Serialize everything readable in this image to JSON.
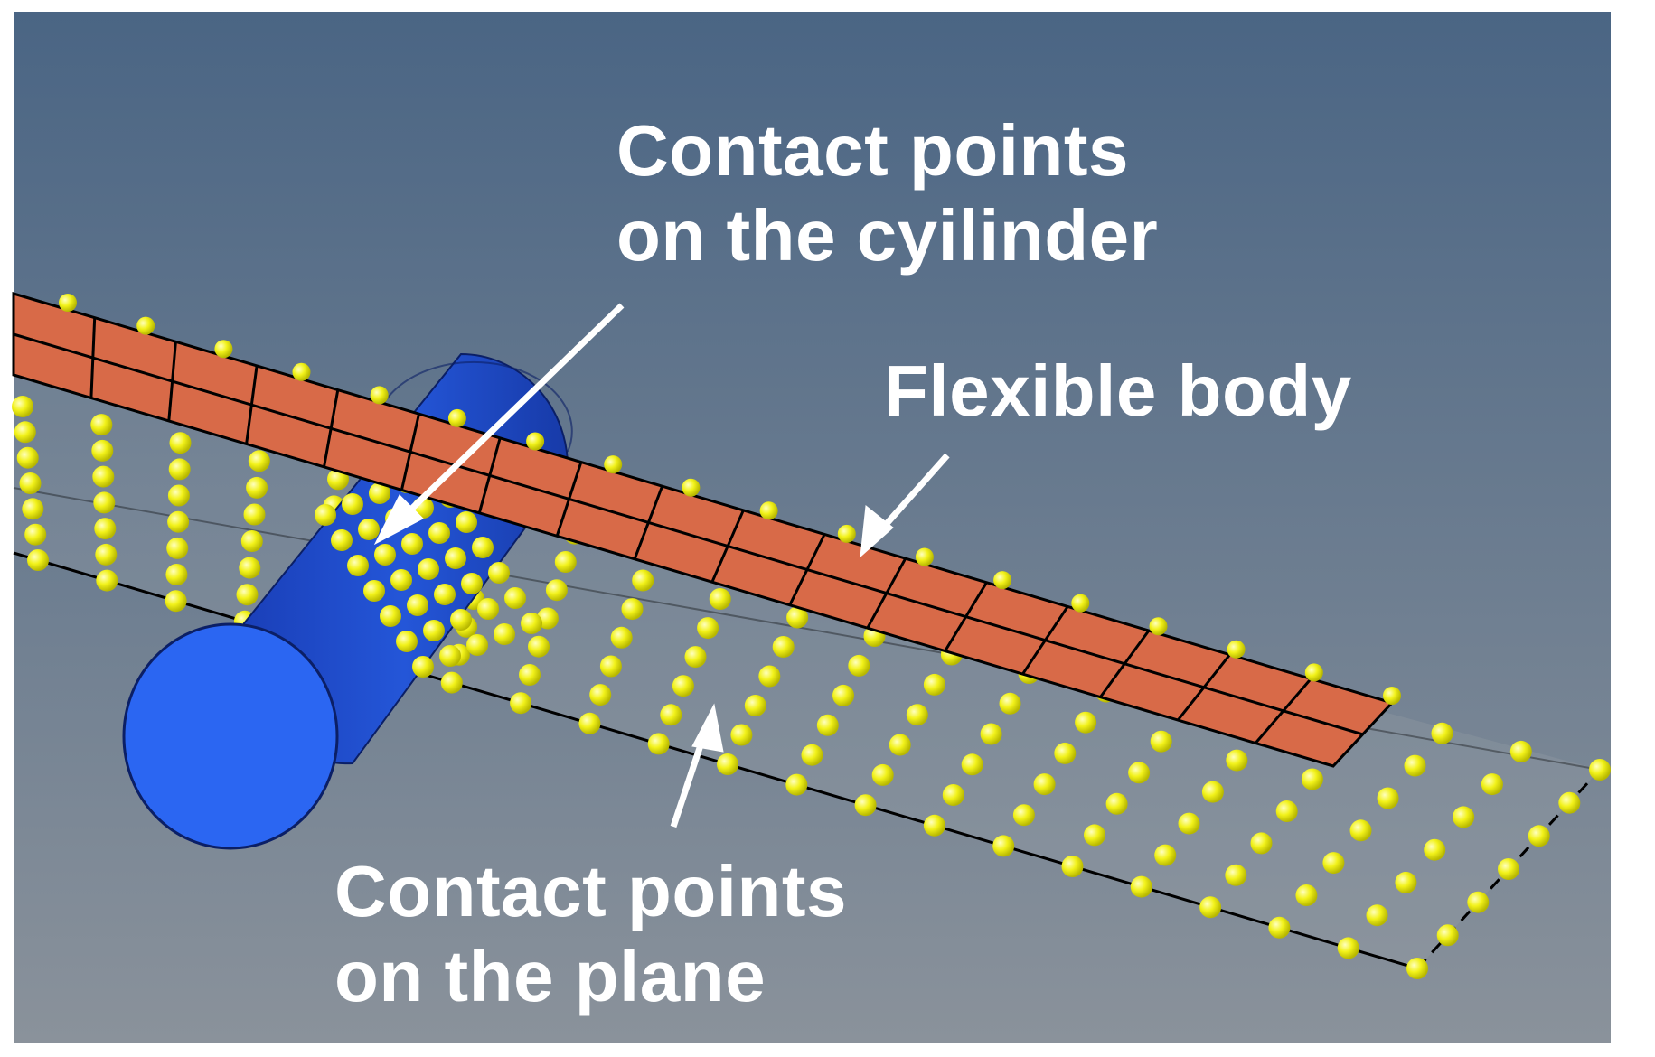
{
  "labels": {
    "cylinder_points": {
      "line1": "Contact points",
      "line2": "on the cyilinder"
    },
    "flexible_body": "Flexible body",
    "plane_points": {
      "line1": "Contact points",
      "line2": "on the plane"
    }
  },
  "colors": {
    "background_top": "#4a6584",
    "background_bottom": "#8a929b",
    "cylinder": "#2b66f2",
    "cylinder_dark": "#1a3fb8",
    "flexible_body": "#d86a48",
    "contact_point": "#f2f21a",
    "label_text": "#ffffff"
  }
}
